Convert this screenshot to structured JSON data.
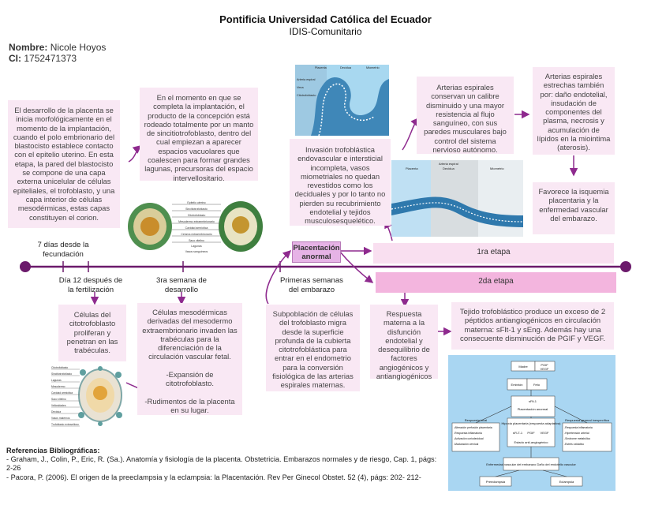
{
  "header": {
    "title": "Pontificia Universidad Católica del Ecuador",
    "subtitle": "IDIS-Comunitario"
  },
  "student": {
    "name_label": "Nombre:",
    "name_value": "Nicole Hoyos",
    "id_label": "CI:",
    "id_value": "1752471373"
  },
  "timeline": {
    "center_label": "Placentación anormal",
    "stage1": "1ra etapa",
    "stage2": "2da etapa",
    "marker_7days": "7 días desde la fecundación",
    "marker_day12": "Día 12 después de la fertilización",
    "marker_week3": "3ra semana de desarrollo",
    "marker_first_weeks": "Primeras semanas del embarazo"
  },
  "boxes": {
    "development": "El desarrollo de la placenta se inicia morfológicamente en el momento de la implantación, cuando el polo embrionario del blastocisto establece contacto con el epitelio uterino. En esta etapa, la pared del blastocisto se compone de una capa externa unicelular de células epiteliales, el trofoblasto, y una capa interior de células mesodérmicas, estas capas constituyen el corion.",
    "implantation": "En el momento en que se completa la implantación, el producto de la concepción está rodeado totalmente por un manto de sincitiotrofoblasto, dentro del cual empiezan a aparecer espacios vacuolares que coalescen para formar grandes lagunas, precursoras del espacio intervellositario.",
    "cytotrophoblast": "Células del citotrofoblasto proliferan y penetran en las trabéculas.",
    "mesoderm": "Células mesodérmicas derivadas del mesodermo extraembrionario invaden las trabéculas para la diferenciación de la circulación vascular fetal.\n\n-Expansión de citotrofoblasto.\n\n-Rudimentos de la placenta en su lugar.",
    "subpopulation": "Subpoblación de células del trofoblasto migra desde la superficie profunda de la cubierta citotrofoblástica para entrar en el endometrio para la conversión fisiológica de las arterias espirales maternas.",
    "invasion": "Invasión trofoblástica endovascular e intersticial incompleta, vasos miometriales no quedan revestidos como los deciduales y por lo tanto no pierden su recubrimiento endotelial y tejidos musculosesquelético.",
    "spiral_arteries": "Arterias espirales conservan un calibre disminuido y una mayor resistencia al flujo sanguíneo, con sus paredes musculares bajo control del sistema nervioso autónomo.",
    "narrow_arteries": "Arterias espirales estrechas también por: daño endotelial, insudación de componentes del plasma, necrosis y acumulación de lípidos en la miointima (aterosis).",
    "ischemia": "Favorece la isquemia placentaria y la enfermedad vascular del embarazo.",
    "maternal_response": "Respuesta materna a la disfunción endotelial y desequilibrio de factores angiogénicos y antiangiogénicos",
    "antiangiogenic": "Tejido trofoblástico produce un exceso de 2 péptidos antiangiogénicos en circulación materna: sFlt-1 y sEng. Además hay una consecuente disminución de PGIF y VEGF."
  },
  "figure_embryo": {
    "labels": [
      "Epitelio uterino",
      "Sincitiotrofoblasto",
      "Citotrofoblasto",
      "Mesodermo extraembrionario",
      "Cavidad amniótica",
      "Celoma extraembrionario",
      "Saco vitelino",
      "Lagunas",
      "Vasos sanguíneos"
    ]
  },
  "figure_villi": {
    "labels": [
      "Citotrofoblasto",
      "Sincitiotrofoblasto",
      "Lagunas",
      "Mesodermo",
      "Cavidad amniótica",
      "Saco vitelino",
      "Vellosidades",
      "Decidua",
      "Vasos maternos",
      "Trofoblasto extravelloso"
    ]
  },
  "figure_vessels": {
    "labels": [
      "Placenta",
      "Decidua",
      "Miometrio",
      "Arteria espiral",
      "Vena",
      "Citotrofoblasto"
    ]
  },
  "figure_arteries": {
    "labels": [
      "Placenta",
      "Decidua",
      "Miometrio",
      "Arteria espiral"
    ]
  },
  "flowchart": {
    "top_left": "Madre",
    "top_right_1": "PGIF",
    "top_right_2": "VEGF",
    "sflt": "sFlt-1",
    "embryo": "Embrión",
    "fetus": "Feto",
    "center": "Placentación anormal",
    "left_title": "Respuesta local",
    "left_items": [
      "-Alteración perfusión placentaria",
      "-Respuesta inflamatoria",
      "-Activación coriodecidual",
      "-Maduración cervical"
    ],
    "middle_title": "Hipoxia placentaria (respuesta adaptativa)",
    "middle_labels": [
      "sFLT-1",
      "PGIF",
      "VEGF"
    ],
    "middle_state": "Estado anti-angiogénico",
    "right_title": "Respuesta general inespecífica",
    "right_items": [
      "-Respuesta inflamatoria",
      "-Hipertensión arterial",
      "-Síndrome metabólico",
      "-Estrés oxidativo"
    ],
    "bottom_title": "Enfermedad vascular del embarazo Daño del endotelio vascular",
    "out_left": "Preeclampsia",
    "out_right": "Eclampsia"
  },
  "references": {
    "title": "Referencias Bibliográficas:",
    "items": [
      "- Graham, J., Colin, P., Eric, R. (Sa.). Anatomía y fisiología de la placenta. Obstetricia. Embarazos normales y de riesgo, Cap. 1, págs: 2-26",
      "- Pacora, P. (2006). El origen de la preeclampsia y la eclampsia: la Placentación. Rev Per Ginecol Obstet. 52 (4), págs: 202- 212-"
    ]
  },
  "colors": {
    "timeline": "#6b1a6b",
    "arrow": "#8e2a8e",
    "box_bg": "#f9e8f4",
    "bar_light": "#f9dff0",
    "bar_dark": "#f3b5de",
    "center_bg": "#e6b3e6",
    "figure_blue": "#a8d8f0"
  }
}
